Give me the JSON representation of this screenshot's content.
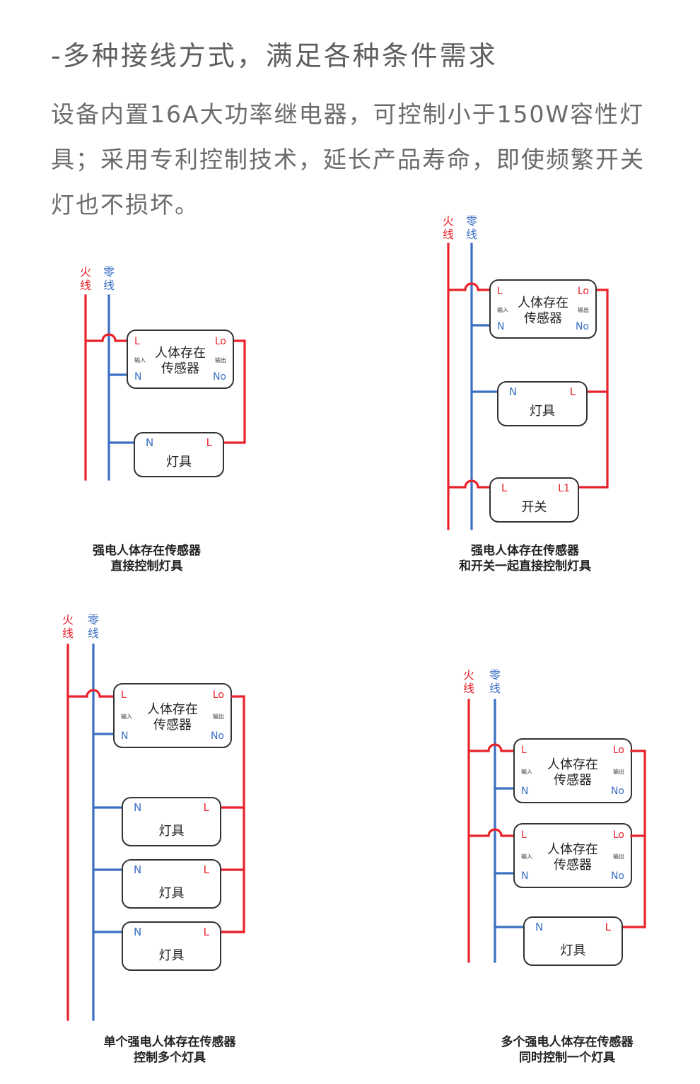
{
  "colors": {
    "live": "#e8222a",
    "neutral": "#3b6fc4",
    "box_border": "#333333",
    "text": "#222222",
    "heading": "#5e5e5e"
  },
  "header": {
    "title": "-多种接线方式，满足各种条件需求",
    "paragraph": "设备内置16A大功率继电器，可控制小于150W容性灯具；采用专利控制技术，延长产品寿命，即使频繁开关灯也不损坏。"
  },
  "labels": {
    "live_wire": [
      "火",
      "线"
    ],
    "neutral_wire": [
      "零",
      "线"
    ],
    "sensor_name": [
      "人体存在",
      "传感器"
    ],
    "sensor_input": "输入",
    "sensor_output": "输出",
    "lamp_name": "灯具",
    "switch_name": "开关",
    "term_L": "L",
    "term_N": "N",
    "term_Lo": "Lo",
    "term_No": "No",
    "term_L1": "L1"
  },
  "diagrams": [
    {
      "id": "d1",
      "caption": [
        "强电人体存在传感器",
        "直接控制灯具"
      ],
      "devices": [
        "sensor",
        "lamp"
      ]
    },
    {
      "id": "d2",
      "caption": [
        "强电人体存在传感器",
        "和开关一起直接控制灯具"
      ],
      "devices": [
        "sensor",
        "lamp",
        "switch"
      ]
    },
    {
      "id": "d3",
      "caption": [
        "单个强电人体存在传感器",
        "控制多个灯具"
      ],
      "devices": [
        "sensor",
        "lamp",
        "lamp",
        "lamp"
      ]
    },
    {
      "id": "d4",
      "caption": [
        "多个强电人体存在传感器",
        "同时控制一个灯具"
      ],
      "devices": [
        "sensor",
        "sensor",
        "lamp"
      ]
    }
  ]
}
